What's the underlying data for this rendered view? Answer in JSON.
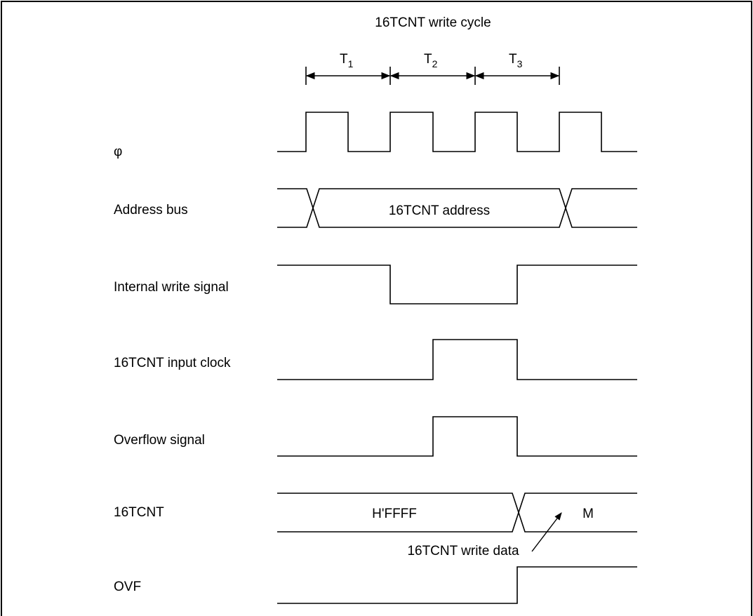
{
  "title": "16TCNT write cycle",
  "states": [
    {
      "letter": "T",
      "sub": "1"
    },
    {
      "letter": "T",
      "sub": "2"
    },
    {
      "letter": "T",
      "sub": "3"
    }
  ],
  "signals": {
    "phi": "φ",
    "address_bus": "Address bus",
    "internal_write": "Internal write signal",
    "input_clock": "16TCNT input clock",
    "overflow": "Overflow signal",
    "tcnt": "16TCNT",
    "ovf": "OVF"
  },
  "bus_values": {
    "address": "16TCNT address",
    "tcnt_before": "H'FFFF",
    "tcnt_after": "M"
  },
  "annotation": "16TCNT write data"
}
